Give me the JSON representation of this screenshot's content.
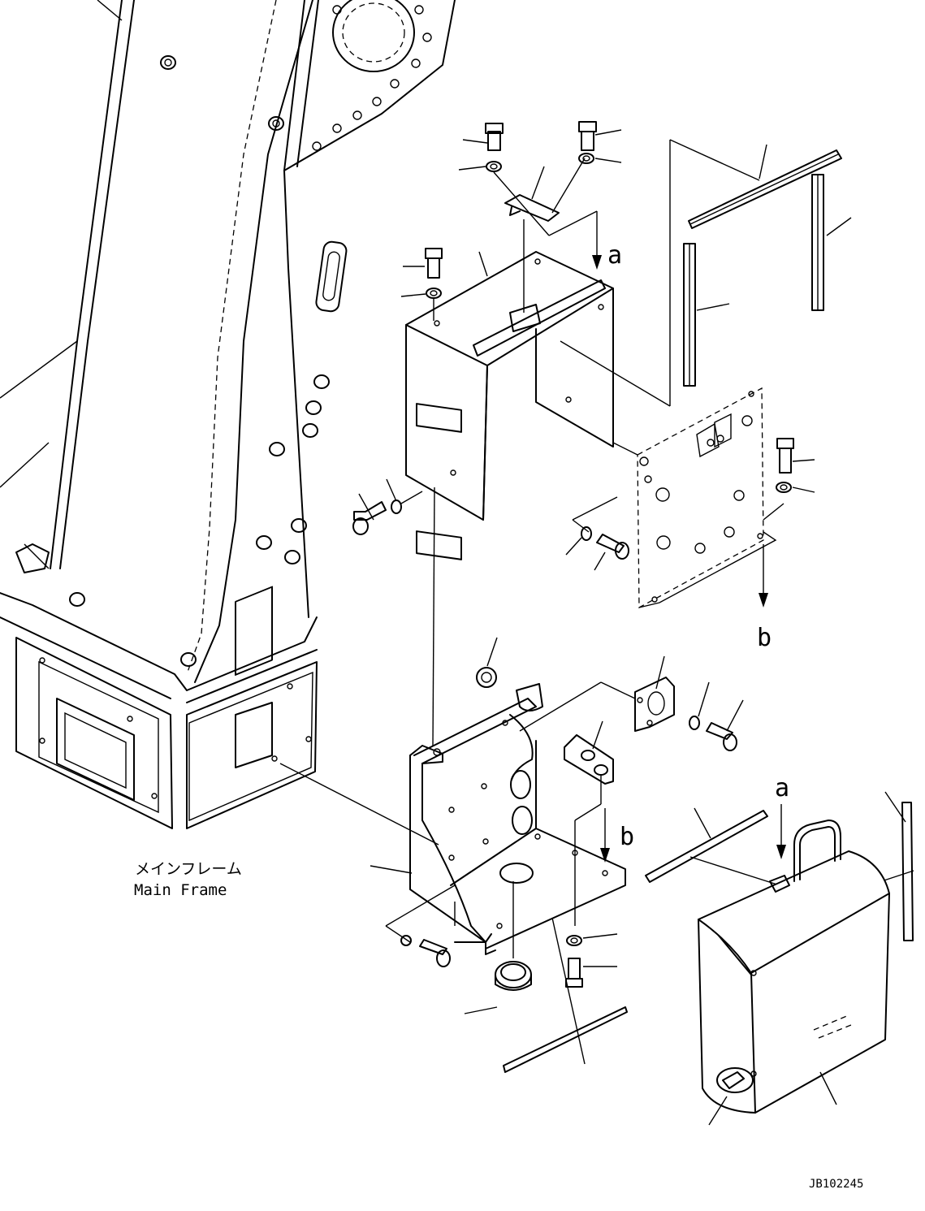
{
  "labels": {
    "main_frame_jp": "メインフレーム",
    "main_frame_en": "Main Frame",
    "view_a_top": "a",
    "view_a_bottom": "a",
    "view_b_top": "b",
    "view_b_bottom": "b",
    "drawing_number": "JB102245"
  }
}
